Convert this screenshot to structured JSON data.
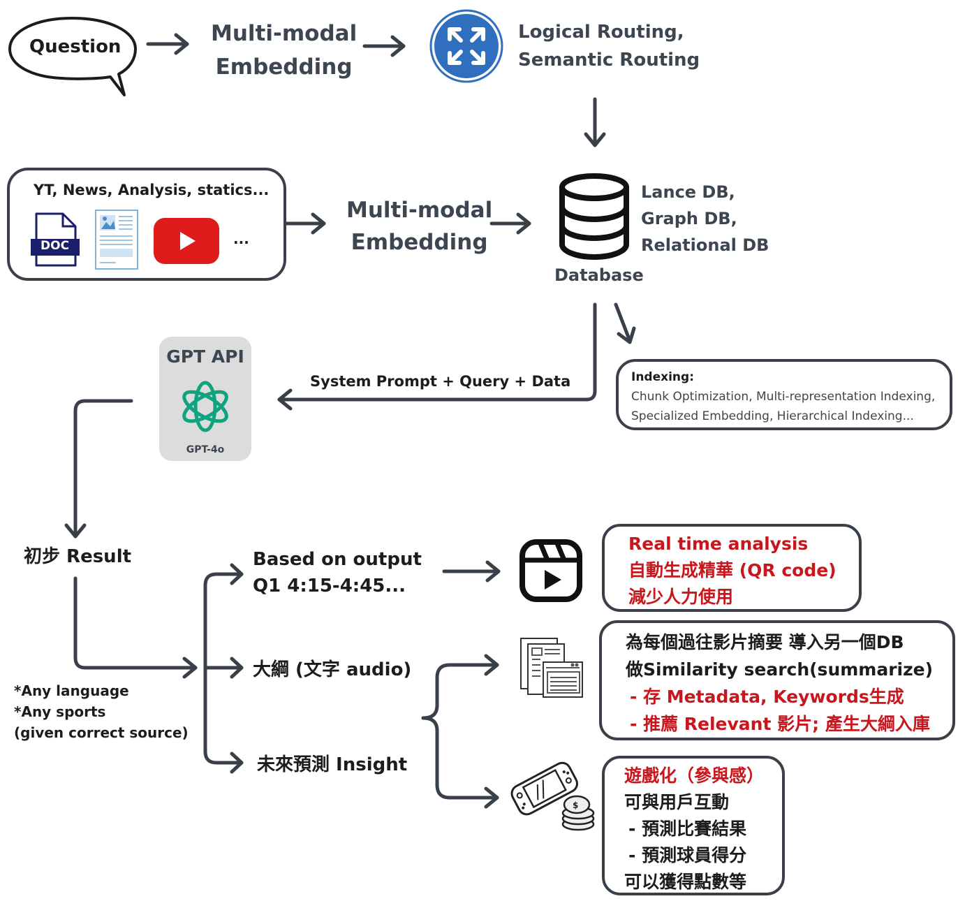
{
  "question": {
    "label": "Question"
  },
  "embedding_top": {
    "line1": "Multi-modal",
    "line2": "Embedding"
  },
  "routing": {
    "line1": "Logical Routing,",
    "line2": "Semantic Routing"
  },
  "sources": {
    "title": "YT, News, Analysis, statics...",
    "doc_label": "DOC",
    "more": "..."
  },
  "embedding_mid": {
    "line1": "Multi-modal",
    "line2": "Embedding"
  },
  "database": {
    "label": "Database",
    "line1": "Lance DB,",
    "line2": "Graph DB,",
    "line3": "Relational DB"
  },
  "indexing": {
    "title": "Indexing:",
    "line1": "Chunk Optimization, Multi-representation Indexing,",
    "line2": "Specialized Embedding, Hierarchical Indexing..."
  },
  "gpt": {
    "title": "GPT API",
    "model": "GPT-4o"
  },
  "prompt_label": "System Prompt + Query + Data",
  "initial_result": "初步 Result",
  "notes": {
    "line1": "*Any language",
    "line2": "*Any sports",
    "line3": "(given correct source)"
  },
  "branches": {
    "output_line1": "Based on output",
    "output_line2": "Q1 4:15-4:45...",
    "outline": "大綱 (文字 audio)",
    "insight": "未來預測 Insight"
  },
  "box_realtime": {
    "line1": "Real time analysis",
    "line2": "自動生成精華 (QR code)",
    "line3": "減少人力使用"
  },
  "box_summary": {
    "line1": "為每個過往影片摘要 導入另一個DB",
    "line2": "做Similarity search(summarize)",
    "line3": "- 存 Metadata, Keywords生成",
    "line4": "- 推薦 Relevant 影片; 產生大綱入庫"
  },
  "box_game": {
    "line1": "遊戲化（參與感）",
    "line2": "可與用戶互動",
    "line3": "- 預測比賽結果",
    "line4": "- 預測球員得分",
    "line5": "可以獲得點數等"
  },
  "colors": {
    "accent_red": "#c8161d",
    "routing_blue": "#2f6fbd",
    "youtube_red": "#e01b1b",
    "gpt_green": "#10a37f",
    "line_dark": "#3a4049"
  }
}
